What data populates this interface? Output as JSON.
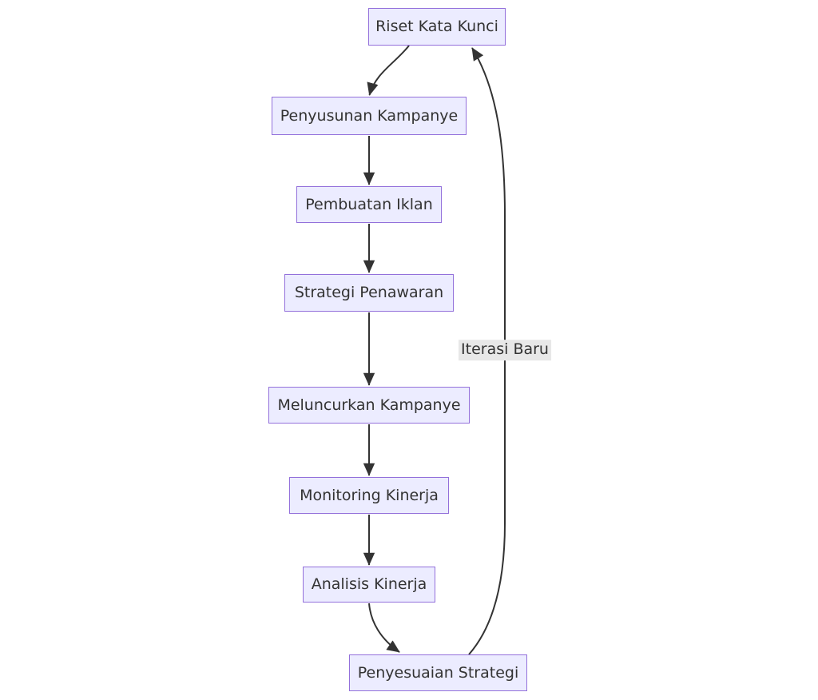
{
  "diagram": {
    "type": "flowchart",
    "direction": "top-down",
    "nodes": [
      {
        "id": "riset",
        "label": "Riset Kata Kunci"
      },
      {
        "id": "penyusunan",
        "label": "Penyusunan Kampanye"
      },
      {
        "id": "pembuatan",
        "label": "Pembuatan Iklan"
      },
      {
        "id": "strategi",
        "label": "Strategi Penawaran"
      },
      {
        "id": "meluncurkan",
        "label": "Meluncurkan Kampanye"
      },
      {
        "id": "monitoring",
        "label": "Monitoring Kinerja"
      },
      {
        "id": "analisis",
        "label": "Analisis Kinerja"
      },
      {
        "id": "penyesuaian",
        "label": "Penyesuaian Strategi"
      }
    ],
    "edges": [
      {
        "from": "riset",
        "to": "penyusunan",
        "label": ""
      },
      {
        "from": "penyusunan",
        "to": "pembuatan",
        "label": ""
      },
      {
        "from": "pembuatan",
        "to": "strategi",
        "label": ""
      },
      {
        "from": "strategi",
        "to": "meluncurkan",
        "label": ""
      },
      {
        "from": "meluncurkan",
        "to": "monitoring",
        "label": ""
      },
      {
        "from": "monitoring",
        "to": "analisis",
        "label": ""
      },
      {
        "from": "analisis",
        "to": "penyesuaian",
        "label": ""
      },
      {
        "from": "penyesuaian",
        "to": "riset",
        "label": "Iterasi Baru"
      }
    ],
    "colors": {
      "node_fill": "#ECECFF",
      "node_border": "#9370DB",
      "edge_stroke": "#333333",
      "text": "#333333",
      "edge_label_bg": "#e8e8e8",
      "background": "#ffffff"
    }
  }
}
